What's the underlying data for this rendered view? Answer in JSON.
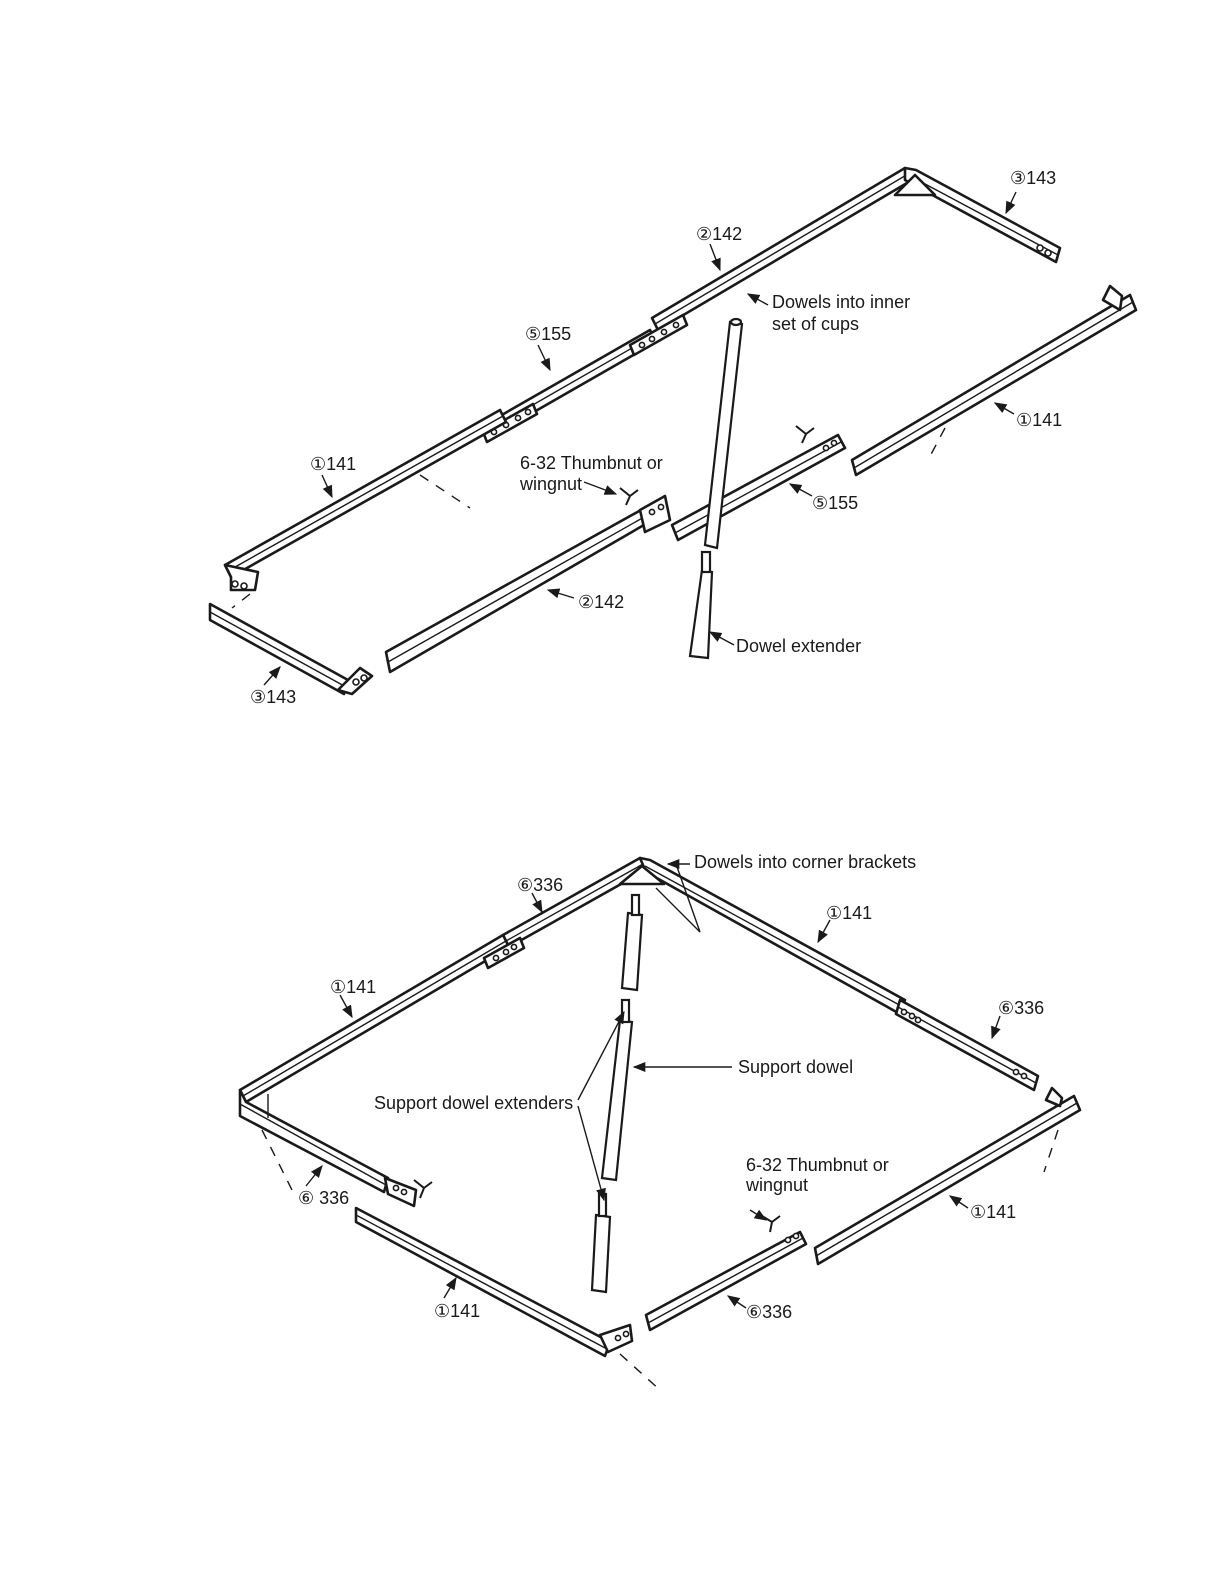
{
  "top_diagram": {
    "labels": {
      "p3_top": "③143",
      "p2_top": "②142",
      "p5_left": "⑤155",
      "p1_left": "①141",
      "p1_right": "①141",
      "p5_right": "⑤155",
      "p2_bottom": "②142",
      "p3_bottom": "③143",
      "dowels_inner_line1": "Dowels into inner",
      "dowels_inner_line2": "set of cups",
      "thumbnut_line1": "6-32 Thumbnut or",
      "thumbnut_line2": "wingnut",
      "dowel_extender": "Dowel extender"
    }
  },
  "bottom_diagram": {
    "labels": {
      "corner_brackets": "Dowels into corner brackets",
      "p6_top": "⑥336",
      "p1_top_right": "①141",
      "p1_left": "①141",
      "p6_right": "⑥336",
      "support_dowel": "Support dowel",
      "support_dowel_extenders": "Support dowel extenders",
      "thumbnut_line1": "6-32 Thumbnut or",
      "thumbnut_line2": "wingnut",
      "p6_left": "⑥ 336",
      "p1_bottom_right": "①141",
      "p1_bottom_left": "①141",
      "p6_bottom": "⑥336"
    }
  }
}
